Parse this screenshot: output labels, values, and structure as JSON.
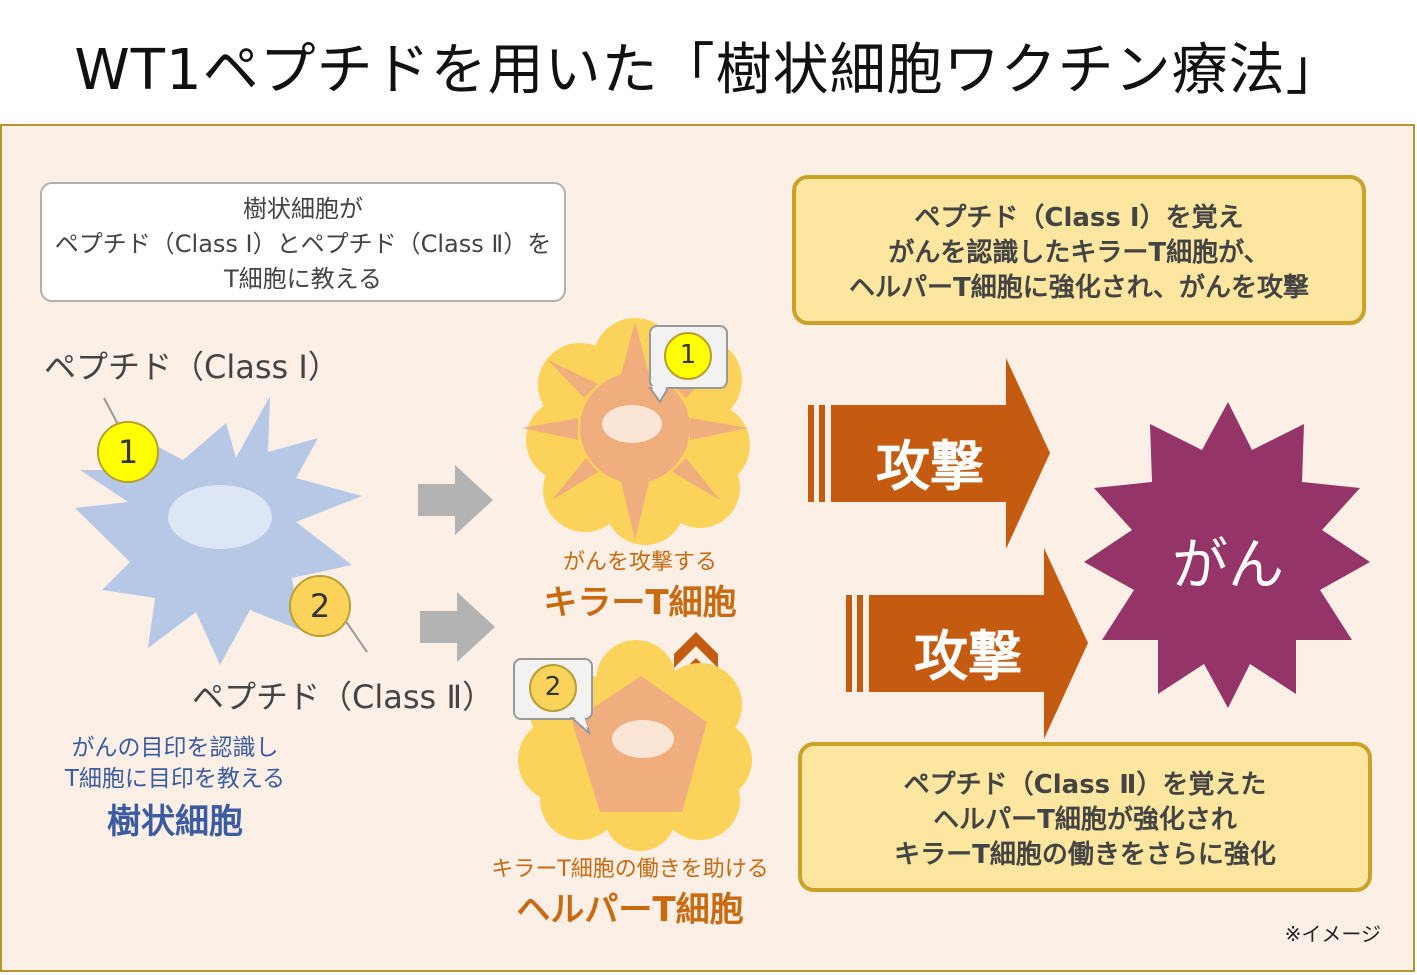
{
  "title": "WT1ペプチドを用いた「樹状細胞ワクチン療法」",
  "dendritic_note": "樹状細胞が\nペプチド（Class Ⅰ）とペプチド（Class Ⅱ）を\nT細胞に教える",
  "peptide_class1_label": "ペプチド（Class Ⅰ）",
  "peptide_class2_label": "ペプチド（Class Ⅱ）",
  "badge_1": "1",
  "badge_2": "2",
  "dendritic_cell": {
    "desc": "がんの目印を認識し\nT細胞に目印を教える",
    "name": "樹状細胞"
  },
  "killer_cell": {
    "desc": "がんを攻撃する",
    "name": "キラーT細胞"
  },
  "helper_cell": {
    "desc": "キラーT細胞の働きを助ける",
    "name": "ヘルパーT細胞"
  },
  "attack_label": "攻撃",
  "cancer_label": "がん",
  "killer_note": "ペプチド（Class Ⅰ）を覚え\nがんを認識したキラーT細胞が、\nヘルパーT細胞に強化され、がんを攻撃",
  "helper_note": "ペプチド（Class Ⅱ）を覚えた\nヘルパーT細胞が強化され\nキラーT細胞の働きをさらに強化",
  "image_note": "※イメージ",
  "colors": {
    "dendritic": "#b7c7e6",
    "killer": "#f0ae7e",
    "glow": "#fcd35a",
    "attack_arrow": "#c55a11",
    "cancer": "#943468",
    "note_fill": "#fde7a0",
    "note_border": "#c9a227"
  }
}
